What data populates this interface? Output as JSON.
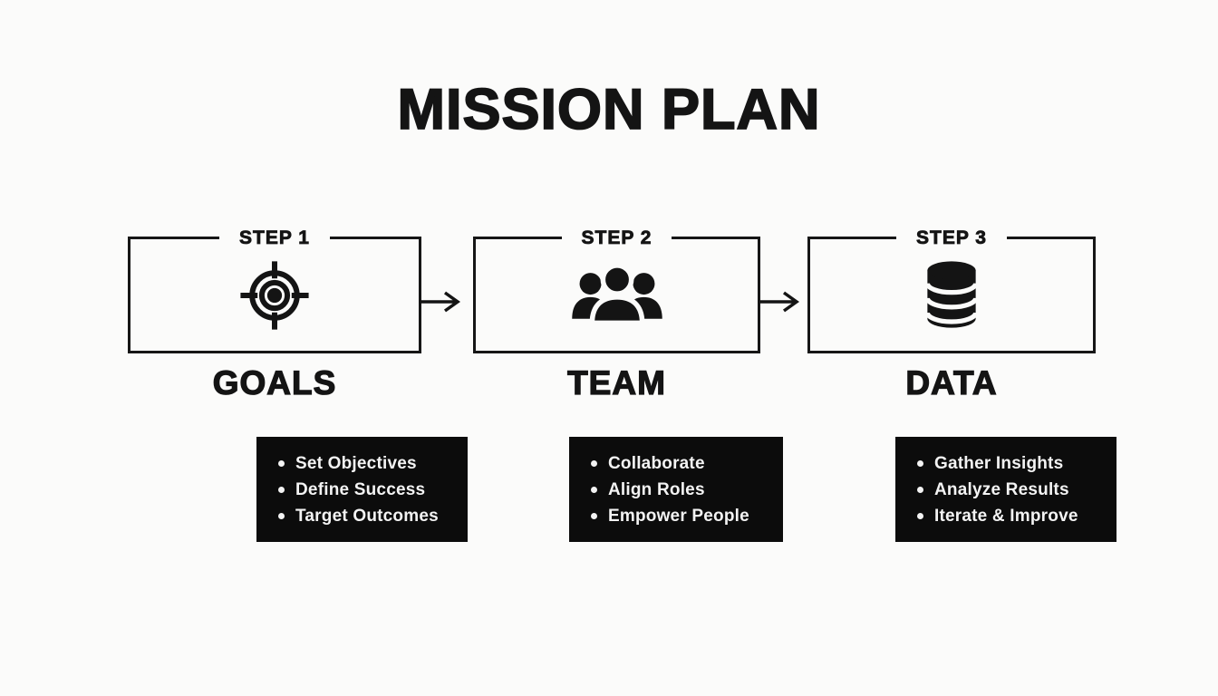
{
  "title": "MISSION PLAN",
  "colors": {
    "background": "#fbfbfa",
    "ink": "#141414",
    "panel_background": "#0c0c0c",
    "panel_text": "#f3f3f3"
  },
  "steps": [
    {
      "step_label": "STEP 1",
      "name": "GOALS",
      "icon": "target-icon",
      "bullets": [
        "Set Objectives",
        "Define Success",
        "Target Outcomes"
      ]
    },
    {
      "step_label": "STEP 2",
      "name": "TEAM",
      "icon": "team-group-icon",
      "bullets": [
        "Collaborate",
        "Align Roles",
        "Empower People"
      ]
    },
    {
      "step_label": "STEP 3",
      "name": "DATA",
      "icon": "database-icon",
      "bullets": [
        "Gather Insights",
        "Analyze Results",
        "Iterate & Improve"
      ]
    }
  ],
  "connectors": [
    {
      "icon": "arrow-right-icon"
    },
    {
      "icon": "arrow-right-icon"
    }
  ]
}
